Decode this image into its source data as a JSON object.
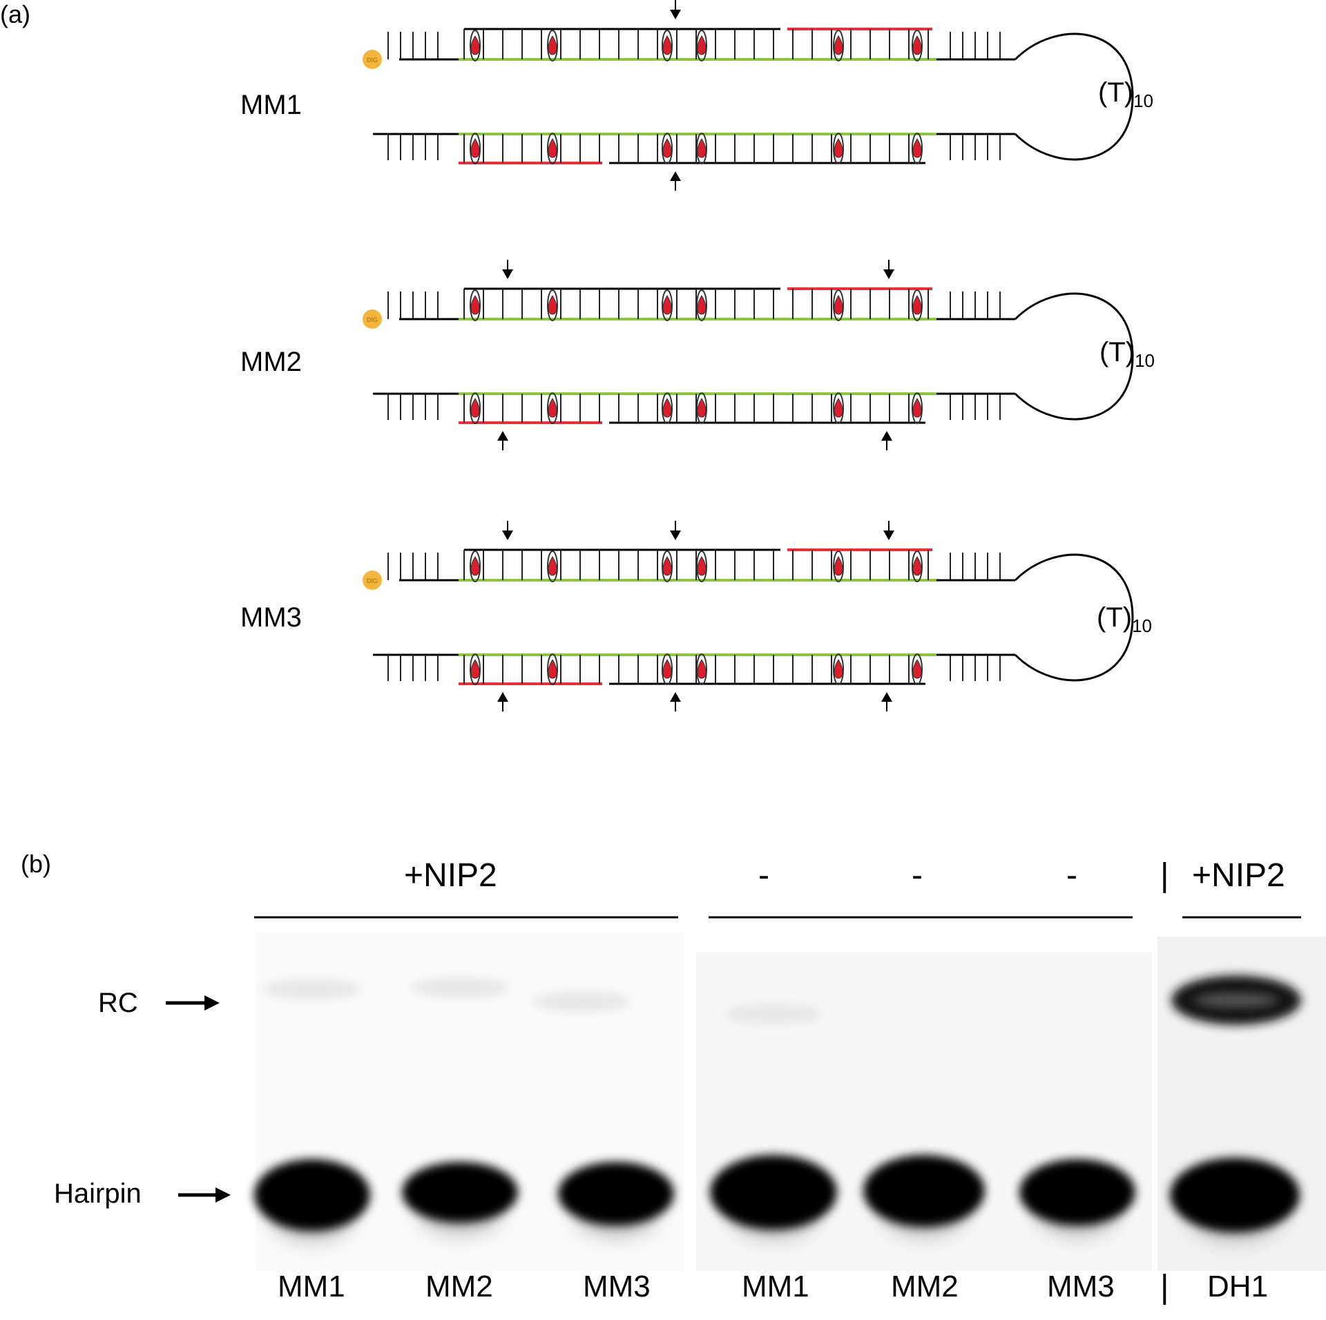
{
  "panel_a": {
    "label": "(a)",
    "constructs": [
      {
        "name": "MM1",
        "loop_label": "(T)",
        "loop_subscript": "10",
        "top_arrows": 1,
        "bottom_arrows": 1
      },
      {
        "name": "MM2",
        "loop_label": "(T)",
        "loop_subscript": "10",
        "top_arrows": 2,
        "bottom_arrows": 2
      },
      {
        "name": "MM3",
        "loop_label": "(T)",
        "loop_subscript": "10",
        "top_arrows": 3,
        "bottom_arrows": 3
      }
    ],
    "tag_label": "DIG",
    "colors": {
      "backbone": "#000000",
      "strand_green": "#8cc63f",
      "strand_red": "#e8303a",
      "marker": "#d71f2d",
      "tag": "#f4b53f"
    }
  },
  "panel_b": {
    "label": "(b)",
    "groups": [
      {
        "label": "+NIP2"
      },
      {
        "label": "-"
      },
      {
        "label": "-"
      },
      {
        "label": "-"
      },
      {
        "label": "+NIP2"
      }
    ],
    "separator": "|",
    "band_labels": {
      "rc": "RC",
      "hairpin": "Hairpin"
    },
    "lanes": [
      "MM1",
      "MM2",
      "MM3",
      "MM1",
      "MM2",
      "MM3",
      "DH1"
    ]
  }
}
